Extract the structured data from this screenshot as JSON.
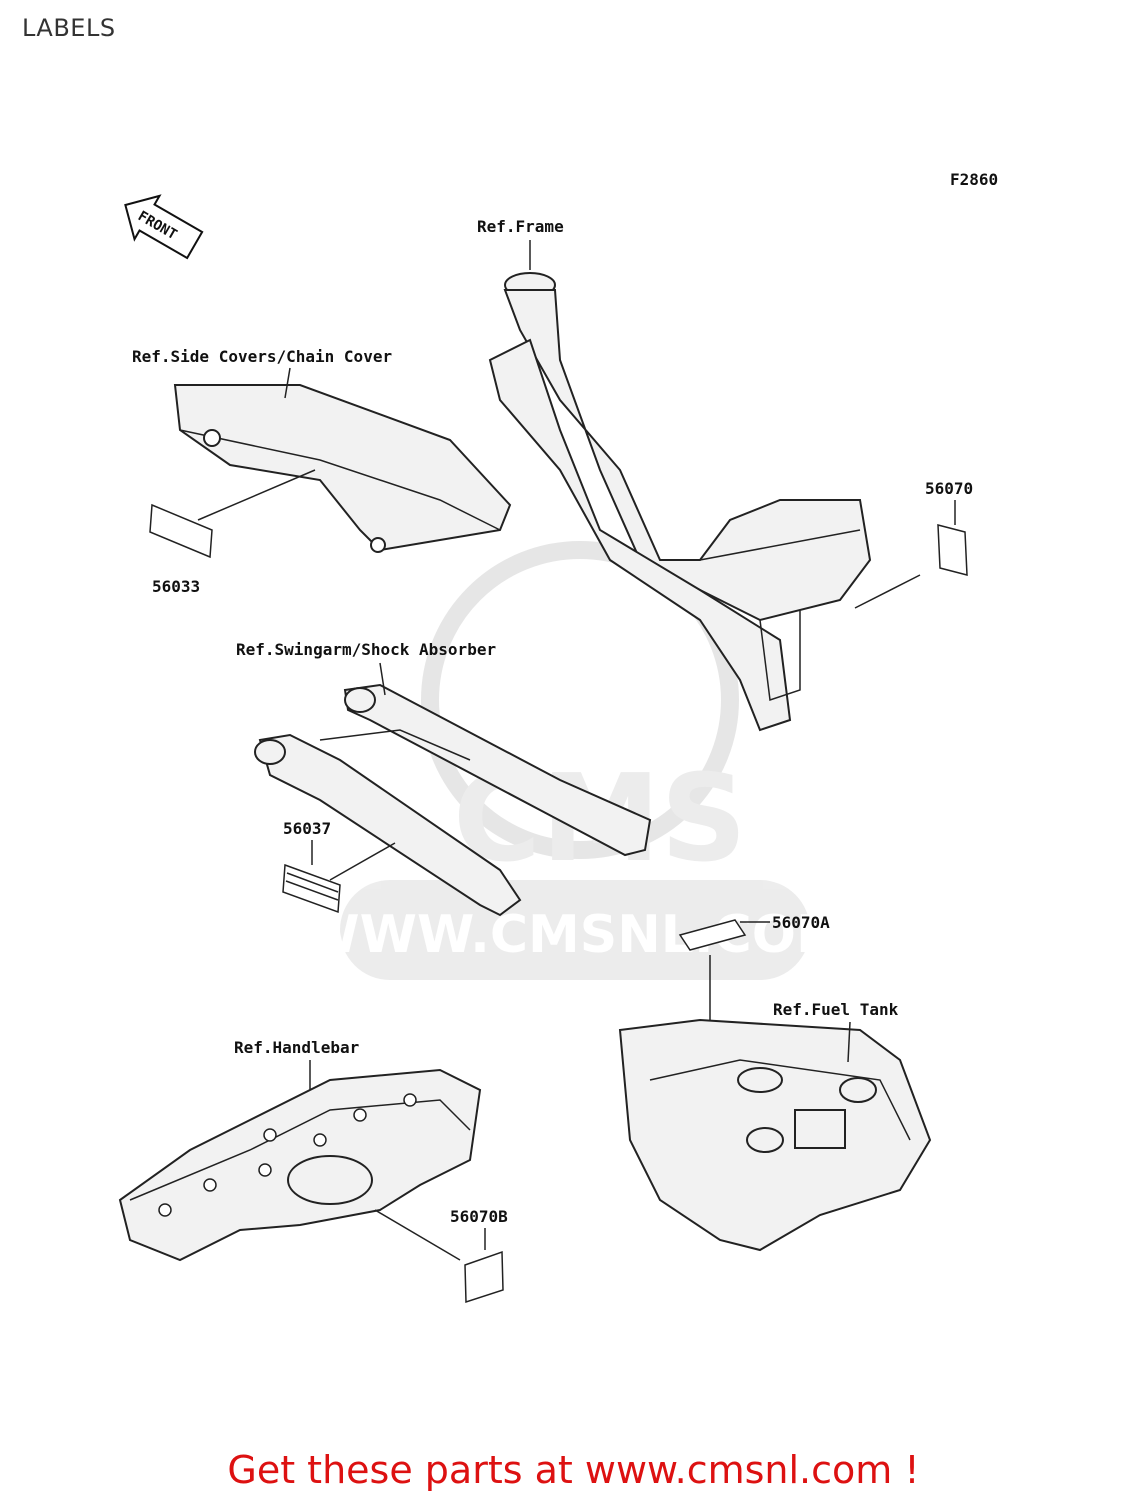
{
  "page": {
    "title": "LABELS"
  },
  "figure": {
    "code": "F2860",
    "front_label": "FRONT"
  },
  "refs": {
    "frame": "Ref.Frame",
    "side_covers": "Ref.Side Covers/Chain Cover",
    "swingarm": "Ref.Swingarm/Shock Absorber",
    "handlebar": "Ref.Handlebar",
    "fuel_tank": "Ref.Fuel Tank"
  },
  "parts": {
    "p56033": "56033",
    "p56070": "56070",
    "p56037": "56037",
    "p56070A": "56070A",
    "p56070B": "56070B"
  },
  "watermark": {
    "brand": "CMS",
    "url": "WWW.CMSNL.COM"
  },
  "footer": {
    "prefix": "Get these parts at ",
    "link": "www.cmsnl.com",
    "suffix": " !"
  }
}
